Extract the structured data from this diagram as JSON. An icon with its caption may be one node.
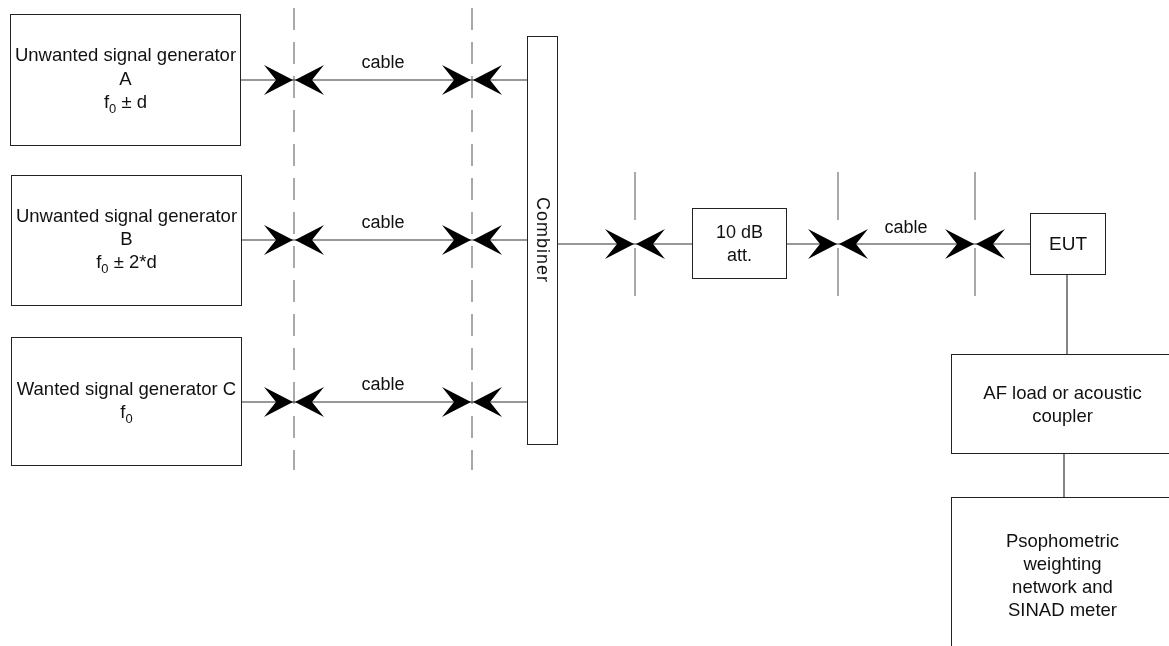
{
  "diagram": {
    "nodes": [
      {
        "text": [
          "Unwanted signal generator A",
          "f$_{0}$ ± d"
        ]
      },
      {
        "text": [
          "Unwanted signal generator B",
          "f$_{0}$ ± 2*d"
        ]
      },
      {
        "text": [
          "Wanted signal generator C",
          "f$_{0}$"
        ]
      },
      {
        "text": [
          "Combiner"
        ]
      },
      {
        "text": [
          "10 dB att."
        ]
      },
      {
        "text": [
          "EUT"
        ]
      },
      {
        "text": [
          "AF load or acoustic coupler"
        ]
      },
      {
        "text": [
          "Psophometric weighting network and SINAD meter"
        ]
      }
    ],
    "edges": [
      {
        "from": 0,
        "to": 3,
        "arrow": "none",
        "label": "cable"
      },
      {
        "from": 1,
        "to": 3,
        "arrow": "none",
        "label": "cable"
      },
      {
        "from": 2,
        "to": 3,
        "arrow": "none",
        "label": "cable"
      },
      {
        "from": 3,
        "to": 4,
        "arrow": "none"
      },
      {
        "from": 4,
        "to": 5,
        "arrow": "none",
        "label": "cable"
      },
      {
        "from": 5,
        "to": 6,
        "arrow": "none"
      },
      {
        "from": 6,
        "to": 7,
        "arrow": "none"
      }
    ]
  }
}
